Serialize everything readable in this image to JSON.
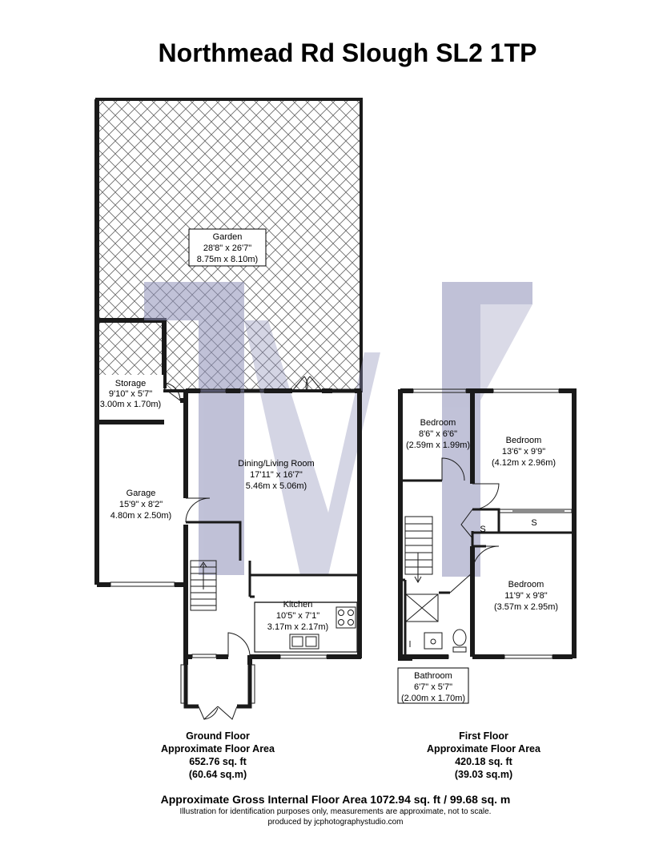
{
  "title": "Northmead Rd Slough SL2 1TP",
  "rooms": {
    "garden": {
      "name": "Garden",
      "imperial": "28'8\" x 26'7\"",
      "metric": "8.75m x 8.10m)"
    },
    "storage": {
      "name": "Storage",
      "imperial": "9'10\" x 5'7\"",
      "metric": "3.00m x 1.70m)"
    },
    "garage": {
      "name": "Garage",
      "imperial": "15'9\" x 8'2\"",
      "metric": "4.80m x 2.50m)"
    },
    "dining": {
      "name": "Dining/Living Room",
      "imperial": "17'11\" x 16'7\"",
      "metric": "5.46m x 5.06m)"
    },
    "kitchen": {
      "name": "Kitchen",
      "imperial": "10'5\" x 7'1\"",
      "metric": "3.17m x 2.17m)"
    },
    "bedroom1": {
      "name": "Bedroom",
      "imperial": "8'6\" x 6'6\"",
      "metric": "(2.59m x 1.99m)"
    },
    "bedroom2": {
      "name": "Bedroom",
      "imperial": "13'6\" x 9'9\"",
      "metric": "(4.12m x 2.96m)"
    },
    "bedroom3": {
      "name": "Bedroom",
      "imperial": "11'9\" x 9'8\"",
      "metric": "(3.57m x 2.95m)"
    },
    "bathroom": {
      "name": "Bathroom",
      "imperial": "6'7\" x 5'7\"",
      "metric": "(2.00m x 1.70m)"
    },
    "storage_mark": "S"
  },
  "ground_floor": {
    "name": "Ground Floor",
    "area_label": "Approximate Floor Area",
    "sqft": "652.76 sq. ft",
    "sqm": "(60.64 sq.m)"
  },
  "first_floor": {
    "name": "First Floor",
    "area_label": "Approximate Floor Area",
    "sqft": "420.18 sq. ft",
    "sqm": "(39.03 sq.m)"
  },
  "footer": {
    "gross": "Approximate Gross Internal Floor Area 1072.94 sq. ft / 99.68 sq. m",
    "disclaimer": "Illustration for identification purposes only, measurements are approximate, not to scale.",
    "producer": "produced by jcphotographystudio.com"
  },
  "colors": {
    "wall": "#1a1a1a",
    "watermark": "#a9abc9",
    "hatch": "#555555"
  }
}
